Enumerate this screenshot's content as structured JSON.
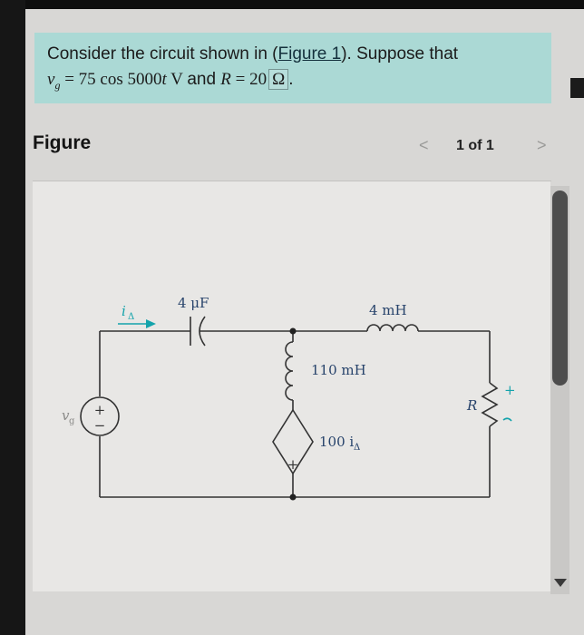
{
  "problem": {
    "line1_pre": "Consider the circuit shown in (",
    "figure_link": "Figure 1",
    "line1_post": "). Suppose that",
    "v_var": "v",
    "v_sub": "g",
    "eq_mid": " = 75 cos 5000",
    "t_var": "t",
    "v_unit": " V ",
    "and_word": "and ",
    "r_var": "R",
    "r_equals": " = ",
    "r_value": "20",
    "ohm": "Ω",
    "period": "."
  },
  "figure_header": {
    "title": "Figure",
    "prev": "<",
    "pager": "1 of 1",
    "next": ">"
  },
  "circuit": {
    "labels": {
      "current_i": "i",
      "current_sub": "Δ",
      "capacitor": "4 μF",
      "inductor_top": "4 mH",
      "inductor_mid": "110 mH",
      "dep_source_pre": "100 i",
      "dep_source_sub": "Δ",
      "dep_source_plus": "+",
      "resistor": "R",
      "resistor_plus": "+",
      "source_var": "v",
      "source_sub": "g",
      "source_plus": "+",
      "source_minus": "−"
    }
  }
}
